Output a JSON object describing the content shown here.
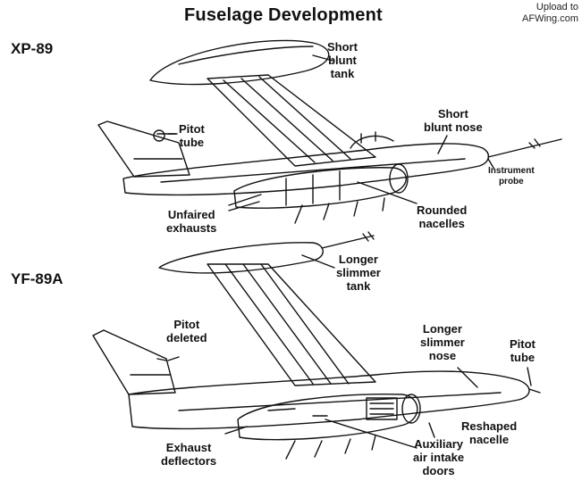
{
  "title": "Fuselage Development",
  "watermark": {
    "line1": "Upload to",
    "line2": "AFWing.com"
  },
  "aircraft": [
    {
      "model": "XP-89",
      "labels": {
        "tank": [
          "Short",
          "blunt",
          "tank"
        ],
        "pitot": [
          "Pitot",
          "tube"
        ],
        "nose": [
          "Short",
          "blunt nose"
        ],
        "probe": [
          "Instrument",
          "probe"
        ],
        "exhausts": [
          "Unfaired",
          "exhausts"
        ],
        "nacelles": [
          "Rounded",
          "nacelles"
        ]
      }
    },
    {
      "model": "YF-89A",
      "labels": {
        "tank": [
          "Longer",
          "slimmer",
          "tank"
        ],
        "pitot": [
          "Pitot",
          "deleted"
        ],
        "nose": [
          "Longer",
          "slimmer",
          "nose"
        ],
        "pitot_tube": [
          "Pitot",
          "tube"
        ],
        "deflectors": [
          "Exhaust",
          "deflectors"
        ],
        "nacelle": [
          "Reshaped",
          "nacelle"
        ],
        "intake": [
          "Auxiliary",
          "air intake",
          "doors"
        ]
      }
    }
  ],
  "colors": {
    "ink": "#111111",
    "paper": "#ffffff"
  }
}
